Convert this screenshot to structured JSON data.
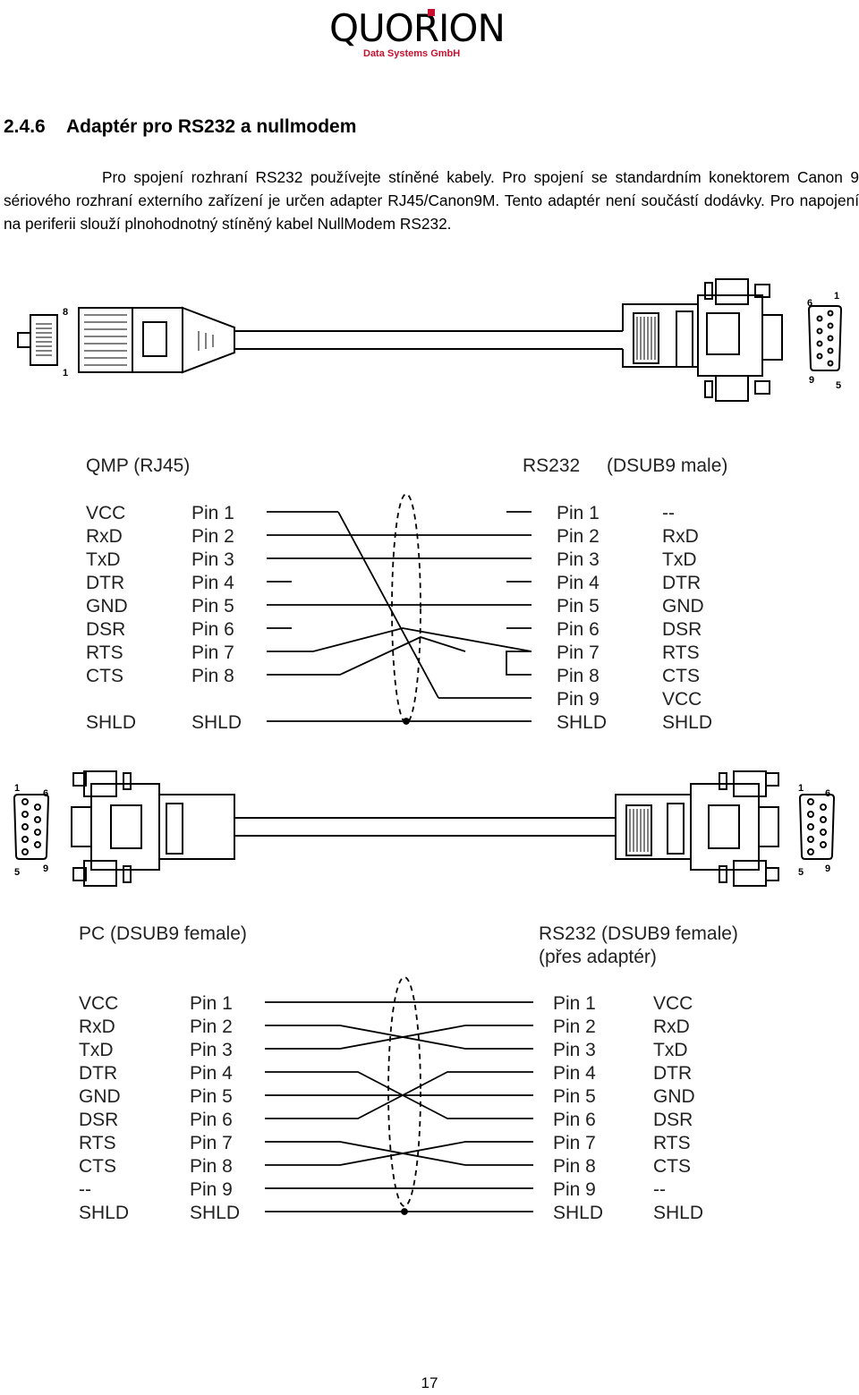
{
  "logo": {
    "brand": "QUORION",
    "subtitle": "Data Systems GmbH",
    "accent_color": "#c8102e"
  },
  "section": {
    "number": "2.4.6",
    "title": "Adaptér pro RS232 a nullmodem"
  },
  "paragraph": "Pro spojení rozhraní RS232 používejte stíněné kabely. Pro spojení se standardním konektorem Canon 9 sériového rozhraní externího zařízení je určen adapter RJ45/Canon9M. Tento adaptér není součástí dodávky. Pro napojení na periferii slouží plnohodnotný stíněný kabel NullModem RS232.",
  "diagram1": {
    "left_title": "QMP (RJ45)",
    "right_title_a": "RS232",
    "right_title_b": "(DSUB9 male)",
    "left_signals": [
      "VCC",
      "RxD",
      "TxD",
      "DTR",
      "GND",
      "DSR",
      "RTS",
      "CTS",
      "",
      "SHLD"
    ],
    "left_pins": [
      "Pin 1",
      "Pin 2",
      "Pin 3",
      "Pin 4",
      "Pin 5",
      "Pin 6",
      "Pin 7",
      "Pin 8",
      "",
      "SHLD"
    ],
    "right_pins": [
      "Pin 1",
      "Pin 2",
      "Pin 3",
      "Pin 4",
      "Pin 5",
      "Pin 6",
      "Pin 7",
      "Pin 8",
      "Pin 9",
      "SHLD"
    ],
    "right_signals": [
      "--",
      "RxD",
      "TxD",
      "DTR",
      "GND",
      "DSR",
      "RTS",
      "CTS",
      "VCC",
      "SHLD"
    ],
    "rj45_pin_top": "8",
    "rj45_pin_bottom": "1",
    "dsub_pins": [
      "6",
      "1",
      "9",
      "5"
    ]
  },
  "diagram2": {
    "left_title": "PC (DSUB9 female)",
    "right_title_a": "RS232 (DSUB9 female)",
    "right_title_b": "(přes adaptér)",
    "left_signals": [
      "VCC",
      "RxD",
      "TxD",
      "DTR",
      "GND",
      "DSR",
      "RTS",
      "CTS",
      "--",
      "SHLD"
    ],
    "left_pins": [
      "Pin 1",
      "Pin 2",
      "Pin 3",
      "Pin 4",
      "Pin 5",
      "Pin 6",
      "Pin 7",
      "Pin 8",
      "Pin 9",
      "SHLD"
    ],
    "right_pins": [
      "Pin 1",
      "Pin 2",
      "Pin 3",
      "Pin 4",
      "Pin 5",
      "Pin 6",
      "Pin 7",
      "Pin 8",
      "Pin 9",
      "SHLD"
    ],
    "right_signals": [
      "VCC",
      "RxD",
      "TxD",
      "DTR",
      "GND",
      "DSR",
      "RTS",
      "CTS",
      "--",
      "SHLD"
    ],
    "left_dsub_pins": [
      "1",
      "6",
      "5",
      "9"
    ],
    "right_dsub_pins": [
      "1",
      "6",
      "5",
      "9"
    ]
  },
  "page_number": "17"
}
